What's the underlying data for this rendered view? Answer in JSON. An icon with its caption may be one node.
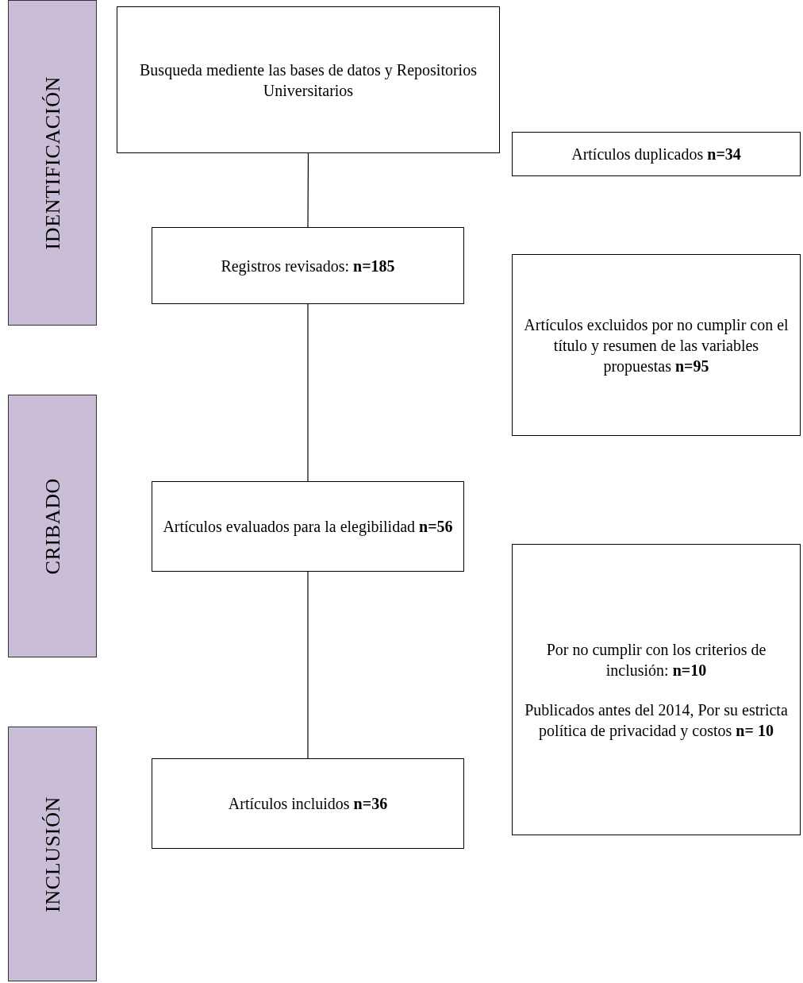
{
  "diagram": {
    "nodes": [
      {
        "text": [
          "IDENTIFICACIÓN"
        ]
      },
      {
        "text": [
          "Busqueda mediente las bases de datos y Repositorios Universitarios"
        ]
      },
      {
        "text": [
          "Artículos duplicados **n=34**"
        ]
      },
      {
        "text": [
          "Registros revisados: **n=185**"
        ]
      },
      {
        "text": [
          "Artículos excluidos por no cumplir con el título y resumen de las variables propuestas **n=95**"
        ]
      },
      {
        "text": [
          "CRIBADO"
        ]
      },
      {
        "text": [
          "Artículos evaluados para la elegibilidad **n=56**"
        ]
      },
      {
        "text": [
          "Por no cumplir con los criterios de inclusión: **n=10**",
          "Publicados antes del 2014, Por su estricta política de privacidad y costos **n= 10**"
        ]
      },
      {
        "text": [
          "INCLUSIÓN"
        ]
      },
      {
        "text": [
          "Artículos incluidos **n=36**"
        ]
      }
    ],
    "edges": [
      {
        "from": 1,
        "to": 3,
        "arrow": "none"
      },
      {
        "from": 3,
        "to": 6,
        "arrow": "none"
      },
      {
        "from": 6,
        "to": 9,
        "arrow": "none"
      }
    ]
  }
}
